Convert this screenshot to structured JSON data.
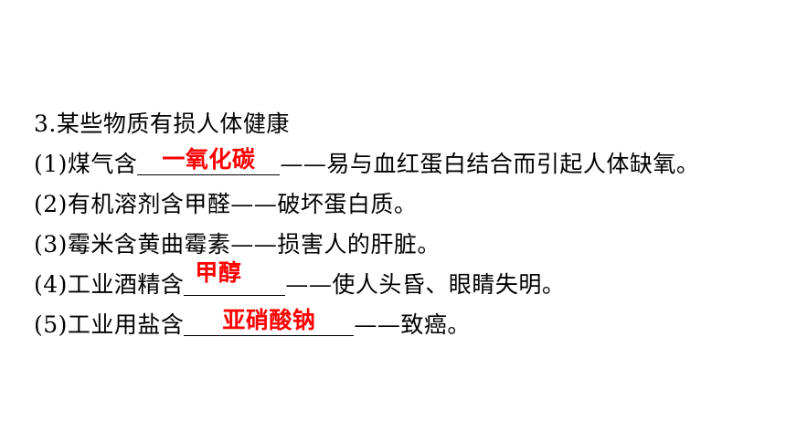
{
  "heading": "3.某些物质有损人体健康",
  "items": [
    {
      "prefix": "(1)煤气含",
      "answer": "一氧化碳",
      "suffix": "——易与血红蛋白结合而引起人体缺氧。"
    },
    {
      "prefix": "(2)有机溶剂含甲醛——破坏蛋白质。"
    },
    {
      "prefix": "(3)霉米含黄曲霉素——损害人的肝脏。"
    },
    {
      "prefix": "(4)工业酒精含",
      "answer": "甲醇",
      "suffix": "——使人头昏、眼睛失明。"
    },
    {
      "prefix": "(5)工业用盐含",
      "answer": "亚硝酸钠",
      "suffix": "——致癌。"
    }
  ]
}
